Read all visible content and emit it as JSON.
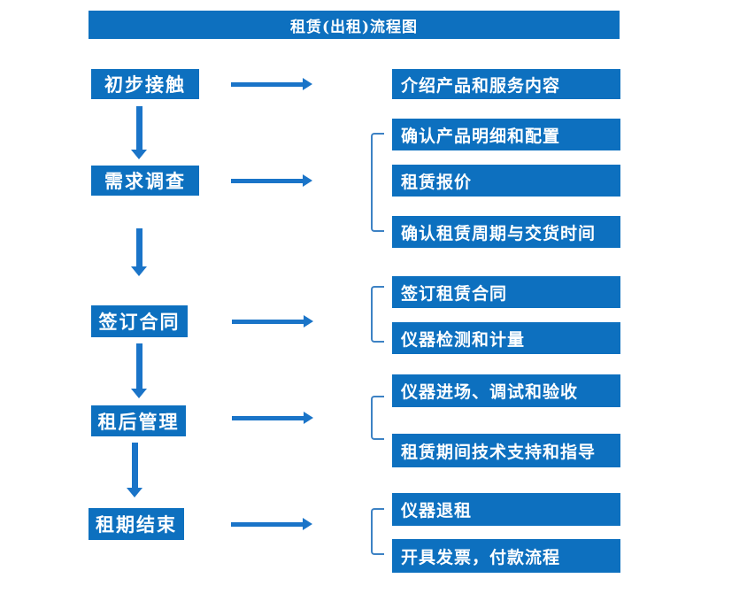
{
  "title": "租赁(出租)流程图",
  "colors": {
    "box_blue": "#0d70bf",
    "arrow_blue": "#1a74c8",
    "bracket_blue": "#3d82c4",
    "text_color": "#ffffff",
    "background": "#ffffff"
  },
  "steps": [
    {
      "label": "初步接触",
      "outputs": [
        "介绍产品和服务内容"
      ]
    },
    {
      "label": "需求调查",
      "outputs": [
        "确认产品明细和配置",
        "租赁报价",
        "确认租赁周期与交货时间"
      ]
    },
    {
      "label": "签订合同",
      "outputs": [
        "签订租赁合同",
        "仪器检测和计量"
      ]
    },
    {
      "label": "租后管理",
      "outputs": [
        "仪器进场、调试和验收",
        "租赁期间技术支持和指导"
      ]
    },
    {
      "label": "租期结束",
      "outputs": [
        "仪器退租",
        "开具发票，付款流程"
      ]
    }
  ]
}
